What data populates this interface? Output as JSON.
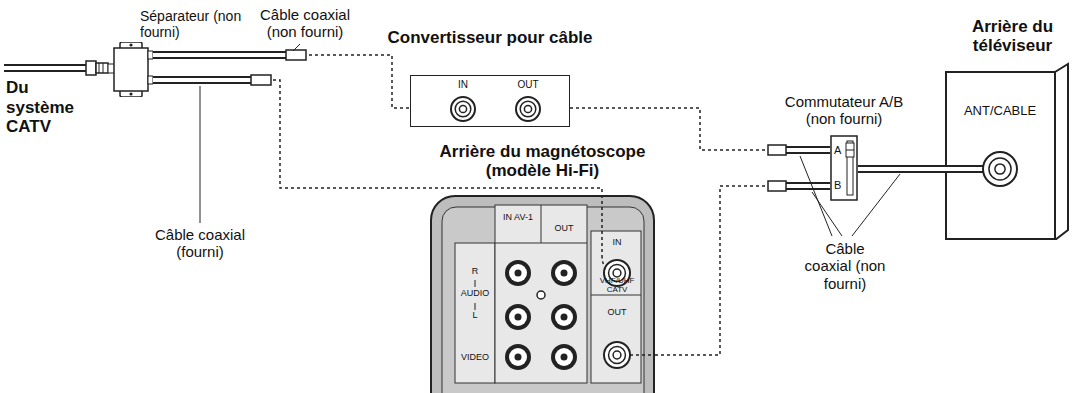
{
  "diagram": {
    "nodes": [
      {
        "text": [
          "Séparateur (non fourni)"
        ]
      },
      {
        "text": [
          "Convertisseur pour câble",
          "IN",
          "OUT"
        ]
      },
      {
        "text": [
          "Arrière du magnétoscope (modèle Hi-Fi)"
        ]
      },
      {
        "text": [
          "Commutateur A/B (non fourni)",
          "A",
          "B"
        ]
      },
      {
        "text": [
          "Arrière du téléviseur",
          "ANT/CABLE"
        ]
      }
    ],
    "edges": [
      {
        "from": 0,
        "to": 1,
        "arrow": "none",
        "label": "Câble coaxial (non fourni)"
      },
      {
        "from": 0,
        "to": 2,
        "arrow": "none",
        "label": "Câble coaxial (fourni)"
      },
      {
        "from": 1,
        "to": 3,
        "arrow": "none"
      },
      {
        "from": 2,
        "to": 3,
        "arrow": "none"
      },
      {
        "from": 3,
        "to": 4,
        "arrow": "none"
      }
    ],
    "labels": [
      "Du système CATV",
      "IN AV-1",
      "OUT",
      "R",
      "AUDIO",
      "L",
      "VIDEO",
      "IN",
      "VHF/UHF CATV",
      "OUT",
      "Câble coaxial (non fourni)"
    ]
  }
}
